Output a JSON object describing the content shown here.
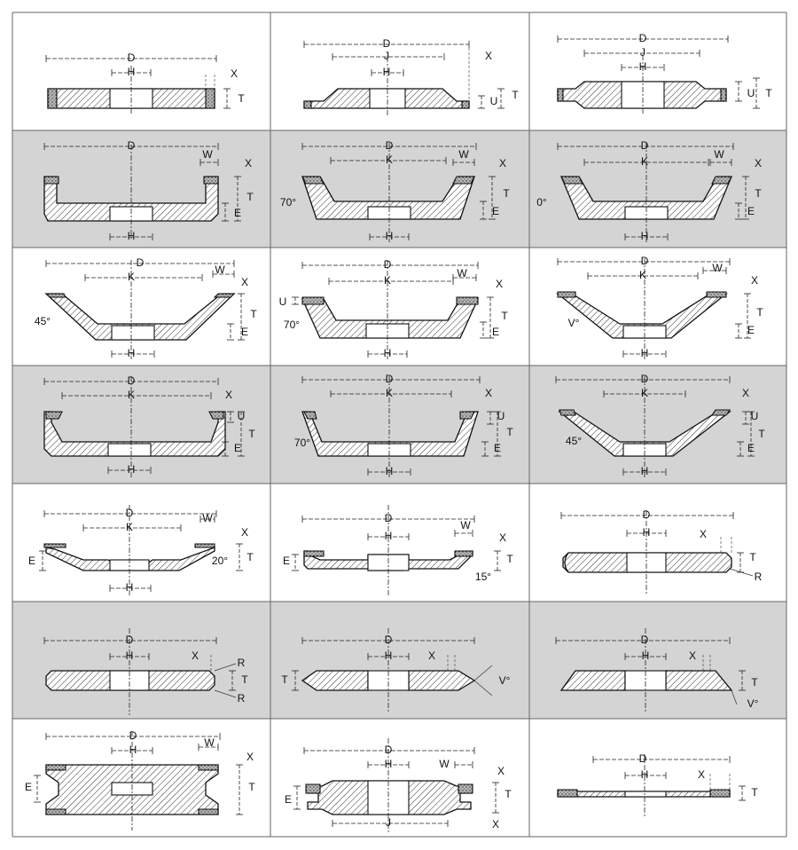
{
  "colors": {
    "background": "#ffffff",
    "shaded_row": "#d4d4d4",
    "grid_line": "#666666",
    "ink": "#111111"
  },
  "rows": [
    {
      "shaded": false,
      "cells": [
        {
          "shape": "1A1",
          "labels": {
            "D": "D",
            "H": "H",
            "X": "X",
            "T": "T"
          }
        },
        {
          "shape": "14A1",
          "labels": {
            "D": "D",
            "J": "J",
            "H": "H",
            "X": "X",
            "U": "U",
            "T": "T"
          }
        },
        {
          "shape": "14A1-hub",
          "labels": {
            "D": "D",
            "J": "J",
            "H": "H",
            "U": "U",
            "T": "T"
          }
        }
      ]
    },
    {
      "shaded": true,
      "cells": [
        {
          "shape": "6A2",
          "labels": {
            "D": "D",
            "W": "W",
            "X": "X",
            "T": "T",
            "E": "E",
            "H": "H"
          }
        },
        {
          "shape": "11A2-70",
          "labels": {
            "D": "D",
            "K": "K",
            "W": "W",
            "X": "X",
            "T": "T",
            "E": "E",
            "H": "H",
            "A": "70°"
          }
        },
        {
          "shape": "11A2-0",
          "labels": {
            "D": "D",
            "K": "K",
            "W": "W",
            "X": "X",
            "T": "T",
            "E": "E",
            "H": "H",
            "A": "0°"
          }
        }
      ]
    },
    {
      "shaded": false,
      "cells": [
        {
          "shape": "12A2-45",
          "labels": {
            "D": "D",
            "K": "K",
            "W": "W",
            "X": "X",
            "T": "T",
            "E": "E",
            "H": "H",
            "A": "45°"
          }
        },
        {
          "shape": "11A2-U",
          "labels": {
            "D": "D",
            "K": "K",
            "W": "W",
            "X": "X",
            "U": "U",
            "T": "T",
            "E": "E",
            "H": "H",
            "A": "70°"
          }
        },
        {
          "shape": "12A2-V",
          "labels": {
            "D": "D",
            "K": "K",
            "W": "W",
            "X": "X",
            "T": "T",
            "E": "E",
            "H": "H",
            "A": "V°"
          }
        }
      ]
    },
    {
      "shaded": true,
      "cells": [
        {
          "shape": "6A9",
          "labels": {
            "D": "D",
            "K": "K",
            "X": "X",
            "U": "U",
            "T": "T",
            "E": "E",
            "H": "H"
          }
        },
        {
          "shape": "11A9-70",
          "labels": {
            "D": "D",
            "K": "K",
            "X": "X",
            "U": "U",
            "T": "T",
            "E": "E",
            "H": "H",
            "A": "70°"
          }
        },
        {
          "shape": "12A9-45",
          "labels": {
            "D": "D",
            "K": "K",
            "X": "X",
            "U": "U",
            "T": "T",
            "E": "E",
            "H": "H",
            "A": "45°"
          }
        }
      ]
    },
    {
      "shaded": false,
      "cells": [
        {
          "shape": "12D1-20",
          "labels": {
            "D": "D",
            "K": "K",
            "W": "W",
            "X": "X",
            "T": "T",
            "E": "E",
            "H": "H",
            "A": "20°"
          }
        },
        {
          "shape": "4B1-15",
          "labels": {
            "D": "D",
            "H": "H",
            "W": "W",
            "X": "X",
            "T": "T",
            "E": "E",
            "A": "15°"
          }
        },
        {
          "shape": "1FF1",
          "labels": {
            "D": "D",
            "H": "H",
            "X": "X",
            "T": "T",
            "R": "R"
          }
        }
      ]
    },
    {
      "shaded": true,
      "cells": [
        {
          "shape": "1F1",
          "labels": {
            "D": "D",
            "H": "H",
            "X": "X",
            "R": "R",
            "R2": "R",
            "T": "T"
          }
        },
        {
          "shape": "1EE1",
          "labels": {
            "D": "D",
            "H": "H",
            "X": "X",
            "T": "T",
            "A": "V°"
          }
        },
        {
          "shape": "1E6Q",
          "labels": {
            "D": "D",
            "H": "H",
            "X": "X",
            "T": "T",
            "A": "V°"
          }
        }
      ]
    },
    {
      "shaded": false,
      "cells": [
        {
          "shape": "9A3",
          "labels": {
            "D": "D",
            "H": "H",
            "W": "W",
            "X": "X",
            "T": "T",
            "E": "E"
          }
        },
        {
          "shape": "14EE1",
          "labels": {
            "D": "D",
            "H": "H",
            "W": "W",
            "X": "X",
            "T": "T",
            "E": "E",
            "J": "J",
            "X2": "X"
          }
        },
        {
          "shape": "1A1R",
          "labels": {
            "D": "D",
            "H": "H",
            "X": "X",
            "T": "T"
          }
        }
      ]
    }
  ]
}
